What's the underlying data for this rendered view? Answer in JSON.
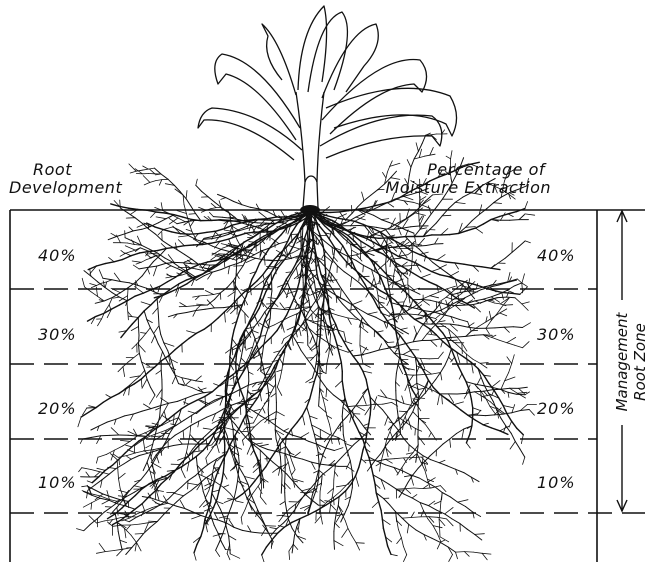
{
  "left_header": {
    "line1": "Root",
    "line2": "Development"
  },
  "right_header": {
    "line1": "Percentage of",
    "line2": "Moisture Extraction"
  },
  "zone_label": {
    "line1": "Management",
    "line2": "Root Zone"
  },
  "layers": [
    {
      "left": "40%",
      "right": "40%"
    },
    {
      "left": "30%",
      "right": "30%"
    },
    {
      "left": "20%",
      "right": "20%"
    },
    {
      "left": "10%",
      "right": "10%"
    }
  ],
  "colors": {
    "ink": "#111111",
    "background": "#ffffff"
  }
}
